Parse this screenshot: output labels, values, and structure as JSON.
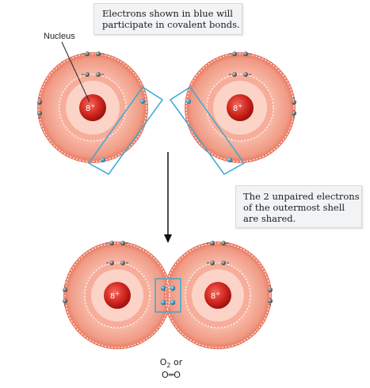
{
  "callouts": {
    "top": [
      "Electrons shown in blue will",
      "participate in covalent bonds."
    ],
    "middle": [
      "The 2 unpaired electrons",
      "of the outermost shell",
      "are shared."
    ]
  },
  "labels": {
    "nucleus": "Nucleus",
    "nucleus_charge": "8",
    "charge_sign": "+"
  },
  "formula": {
    "line1_base": "O",
    "line1_sub": "2",
    "line1_rest": " or",
    "line2": "O═O"
  },
  "colors": {
    "shell_fill": "#f4a08e",
    "shell_dark": "#e85f4c",
    "nucleus": "#d8261f",
    "shared_electron": "#3aa0cc",
    "box_outline": "#39a9d2",
    "arrow": "#111111"
  }
}
